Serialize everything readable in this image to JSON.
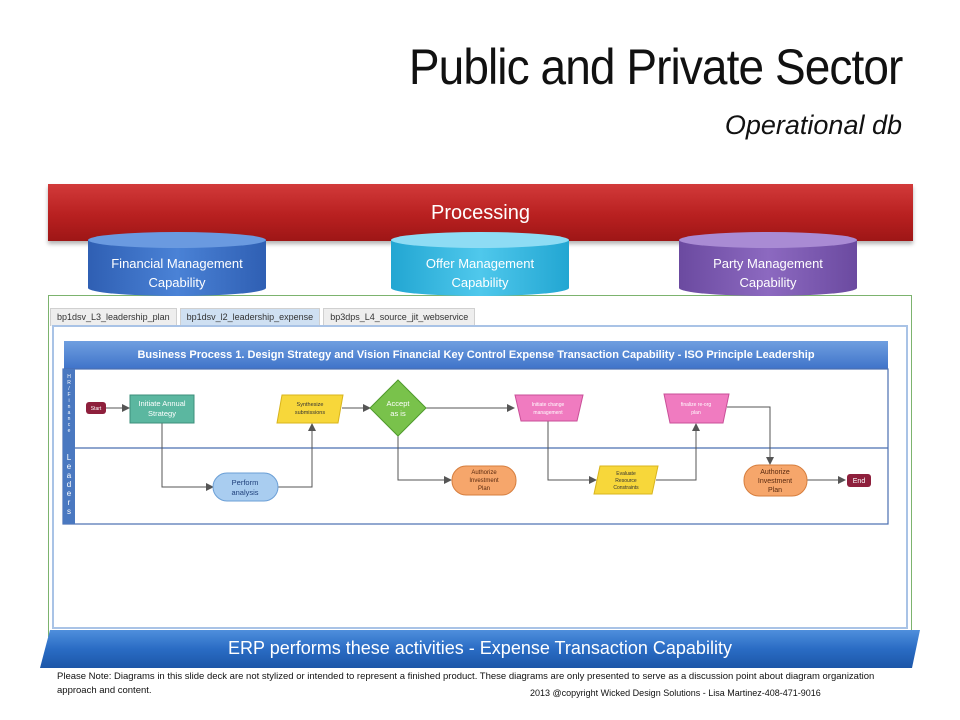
{
  "title": "Public and Private Sector",
  "subtitle": "Operational db",
  "processing": {
    "label": "Processing"
  },
  "capabilities": [
    {
      "line1": "Financial Management",
      "line2": "Capability",
      "color": "#3a6fc8"
    },
    {
      "line1": "Offer Management",
      "line2": "Capability",
      "color": "#39b8de"
    },
    {
      "line1": "Party Management",
      "line2": "Capability",
      "color": "#7b58ad"
    }
  ],
  "tabs": [
    {
      "label": "bp1dsv_L3_leadership_plan"
    },
    {
      "label": "bp1dsv_l2_leadership_expense"
    },
    {
      "label": "bp3dps_L4_source_jit_webservice"
    }
  ],
  "diagram": {
    "header": "Business Process 1. Design Strategy and Vision Financial Key Control Expense Transaction Capability - ISO Principle Leadership",
    "lanes": [
      {
        "label": "HR/Finance"
      },
      {
        "label": "Leaders"
      }
    ],
    "nodes": {
      "start": "Start",
      "initiate_line1": "Initiate Annual",
      "initiate_line2": "Strategy",
      "perform_line1": "Perform",
      "perform_line2": "analysis",
      "synth_line1": "Synthesize",
      "synth_line2": "submissions",
      "accept_line1": "Accept",
      "accept_line2": "as is",
      "change_line1": "Initiate change",
      "change_line2": "management",
      "auth1_line1": "Authorize",
      "auth1_line2": "Investment",
      "auth1_line3": "Plan",
      "eval_line1": "Evaluate",
      "eval_line2": "Resource",
      "eval_line3": "Constraints",
      "finalize_line1": "finalize re-org",
      "finalize_line2": "plan",
      "auth2_line1": "Authorize",
      "auth2_line2": "Investment",
      "auth2_line3": "Plan",
      "end": "End"
    }
  },
  "footer_bar": {
    "label": "ERP performs these activities - Expense Transaction Capability"
  },
  "note": "Please Note: Diagrams in this slide deck are not stylized or intended to represent a finished product. These diagrams are only presented to serve as a discussion point about diagram organization approach and content.",
  "copyright": "2013 @copyright Wicked Design Solutions - Lisa Martinez-408-471-9016"
}
